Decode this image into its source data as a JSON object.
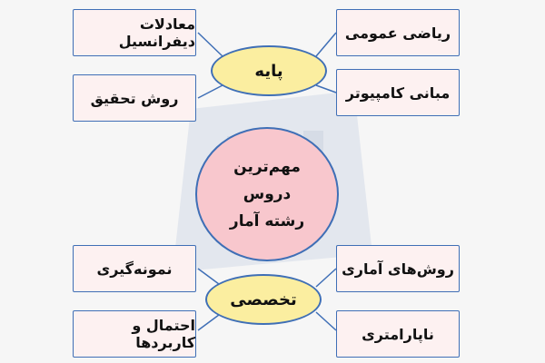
{
  "center": {
    "lines": [
      "مهم‌ترین",
      "دروس",
      "رشته آمار"
    ]
  },
  "categories": {
    "basic": "پایه",
    "specialized": "تخصصی"
  },
  "courses": {
    "general_math": "ریاضی عمومی",
    "differential_equations": "معادلات دیفرانسیل",
    "computer_basics": "مبانی کامپیوتر",
    "research_method": "روش تحقیق",
    "statistical_methods": "روش‌های آماری",
    "sampling": "نمونه‌گیری",
    "nonparametric": "ناپارامتری",
    "probability": "احتمال و کاربردها"
  },
  "colors": {
    "box_fill": "#fdf1f1",
    "border": "#3f6fb6",
    "oval_fill": "#fbeea0",
    "circle_fill": "#f8c7cd",
    "connector": "#3f6fb6"
  }
}
